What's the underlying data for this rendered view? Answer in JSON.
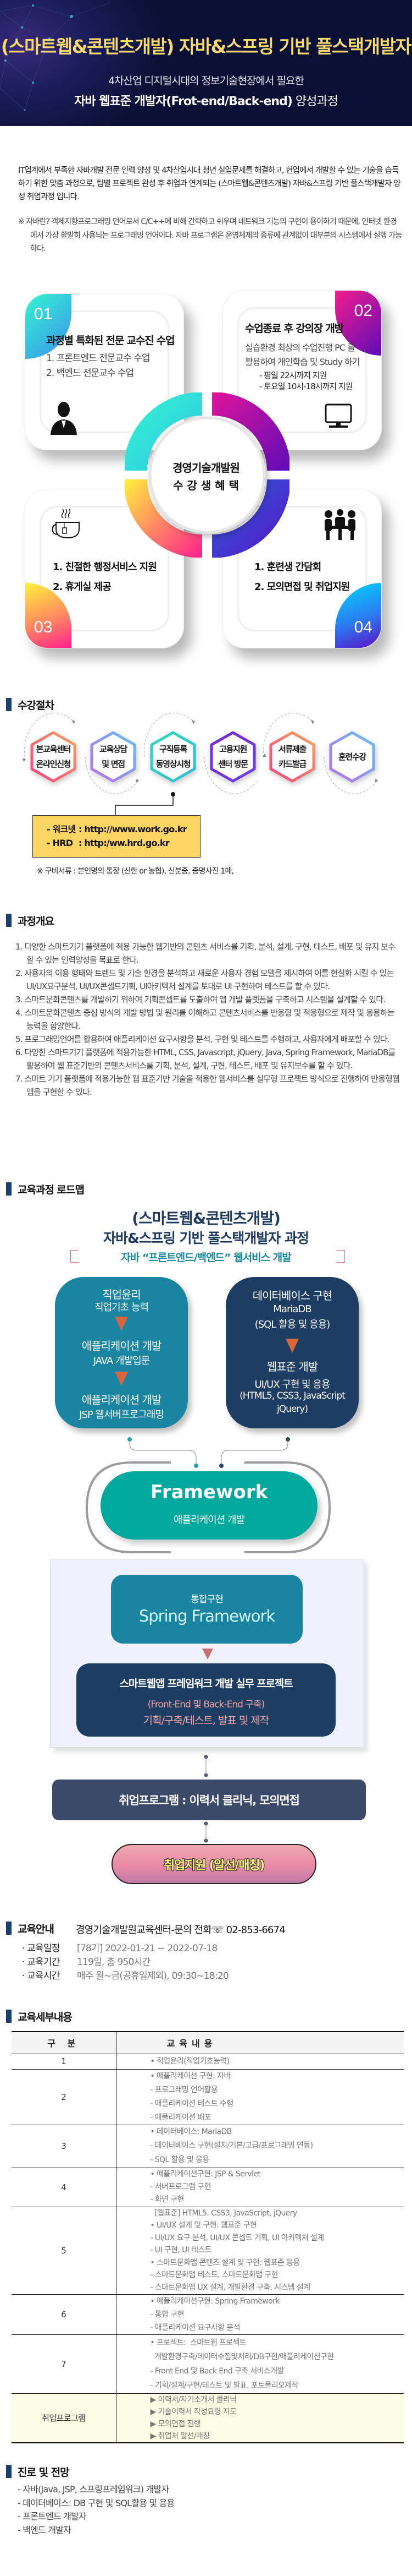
{
  "header": {
    "title": "(스마트웹&콘텐츠개발) 자바&스프링 기반 풀스택개발자",
    "subtitle_line1": "4차산업 디지털시대의 정보기술현장에서 필요한",
    "subtitle_line2_bold": "자바 웹표준 개발자(Frot-end/Back-end)",
    "subtitle_line2_rest": " 양성과정"
  },
  "intro": {
    "text": "IT업계에서 부족한 자바개발 전문 인력 양성 및 4차산업시대 청년 실업문제를 해결하고, 현업에서 개발할 수 있는 기술을 습득하기 위한 맞춤 과정으로, 팀별 프로젝트 완성 후 취업과 연계되는 (스마트웹&콘텐츠개발) 자바&스프링 기반 풀스택개발자 양성 취업과정 입니다.",
    "note": "※ 자바란? 객체지향프로그래밍 언어로서 C/C++에 비해 간략하고 쉬우며 네트워크 기능의 구현이 용이하기 때문에, 인터넷 환경에서 가장 활발히 사용되는 프로그래밍 언어이다.  자바 프로그램은 운영체제의 종류에 관계없이 대부분의 시스템에서 실행 가능하다."
  },
  "benefits": {
    "center_line1": "경영기술개발원",
    "center_line2": "수 강 생 혜 택",
    "cards": [
      {
        "num": "01",
        "title": "과정별 특화된 전문 교수진 수업",
        "items": [
          "1. 프론트엔드 전문교수 수업",
          "2. 백엔드 전문교수 수업"
        ],
        "icon": "teacher-icon"
      },
      {
        "num": "02",
        "title": "수업종료 후 강의장 개방",
        "items": [
          "실습환경 최상의 수업진행 PC 를",
          "활용하여 개인학습 및 Study 하기"
        ],
        "subitems": [
          "- 평일 22시까지 지원",
          "- 토요일 10시-18시까지 지원"
        ],
        "icon": "monitor-icon"
      },
      {
        "num": "03",
        "items": [
          "1. 친절한 행정서비스 지원",
          "2. 휴게실 제공"
        ],
        "icon": "tea-cup-icon"
      },
      {
        "num": "04",
        "items": [
          "1. 훈련생 간담회",
          "2. 모의면접 및 취업지원"
        ],
        "icon": "meeting-icon"
      }
    ],
    "colors": {
      "c1": [
        "#35f5cf",
        "#3a8ff0"
      ],
      "c2": [
        "#f21d8c",
        "#5d0cb8"
      ],
      "c3": [
        "#fff23a",
        "#ff1f8e"
      ],
      "c4": [
        "#00d8ff",
        "#5a10c8"
      ]
    }
  },
  "procedure": {
    "heading": "수강절차",
    "steps": [
      "본교육센터\n온라인신청",
      "교육상담\n및 면접",
      "구직등록\n동영상시청",
      "고용지원\n센터 방문",
      "서류제출\n카드발급",
      "훈련수강"
    ],
    "links": [
      {
        "label": "- 워크넷",
        "sep": ":",
        "url": "http://www.work.go.kr"
      },
      {
        "label": "- HRD",
        "sep": ":",
        "url": "http:/ww.hrd.go.kr"
      }
    ],
    "note": "※ 구비서류 :  본인명의 통장 (신한 or 농협), 신분증, 증명사진 1매,"
  },
  "overview": {
    "heading": "과정개요",
    "items": [
      "1. 다양한 스마트기기 플랫폼에 적용 가능한 웹기반의 콘텐츠 서비스를 기획, 분석, 설계, 구현, 테스트, 배포 및 유지 보수할 수 있는 인력양성을 목표로 한다.",
      "2. 사용자의 이용 형태와 트랜드 및 기술 환경을 분석하고 새로운 사용자 경험 모델을 제시하여 이를 현실화 시킬 수 있는 UI/UX요구분석, UI/UX콘셉트기획, UI아키텍처 설계를 토대로 UI 구현하여 테스트를 할 수 있다.",
      "3. 스마트문화콘텐츠를 개발하기 위하여 기획콘셉트를 도출하여 앱 개발 플렛폼을 구축하고 시스템을 설계할 수 있다.",
      "4. 스마트문화콘텐츠 중심 방식의 개발 방법 및 원리를 이해하고 콘텐츠서비스를 반응형 및 적응형으로 제작 및 응용하는 능력을 함양한다.",
      "5. 프로그래밍언어를 활용하여 애플리케이션 요구사항을 분석, 구현 및 테스트를 수행하고, 사용자에게 배포할 수 있다.",
      "6. 다양한 스마트기기 플랫폼에 적용가능한 HTML, CSS, Javascript, jQuery, Java, Spring Framework, MariaDB를 활용하여 웹 표준기반의 콘텐츠서비스를 기획, 분석, 설계, 구현, 테스트, 배포 및 유지보수를 할 수 있다.",
      "7. 스마트 기기 플랫폼에 적용가능한 웹 표준기반 기술을 적용한 웹서비스를 실무형 프로젝트 방식으로 진행하여 반응형웹앱을 구현할 수 있다."
    ]
  },
  "roadmap": {
    "heading": "교육과정 로드맵",
    "title1": "(스마트웹&콘텐츠개발)",
    "title2": "자바&스프링 기반 풀스택개발자 과정",
    "subtitle": "자바 “프론트엔드/백엔드” 웹서비스 개발",
    "left": [
      "직업윤리",
      "직업기초 능력",
      "애플리케이션 개발",
      "JAVA 개발입문",
      "애플리케이션 개발",
      "JSP 웹서버프로그래밍"
    ],
    "right": [
      "데이터베이스 구현",
      "MariaDB",
      "(SQL 활용 및 응용)",
      "웹표준 개발",
      "UI/UX 구현 및 응용",
      "(HTML5, CSS3, JavaScript",
      "jQuery)"
    ],
    "framework_title": "Framework",
    "framework_sub": "애플리케이션 개발",
    "spring_label": "통합구현",
    "spring_title": "Spring Framework",
    "project_title": "스마트웹앱 프레임워크 개발 실무 프로젝트",
    "project_line1": "(Front-End 및 Back-End 구축)",
    "project_line2": "기획/구축/테스트, 발표 및 제작",
    "job_program": "취업프로그램 : 이력서 클리닉, 모의면접",
    "job_support": "취업지원 (알선/매칭)"
  },
  "info": {
    "heading": "교육안내",
    "contact": "경영기술개발원교육센터-문의 전화☏ 02-853-6674",
    "rows": [
      {
        "label": "· 교육일정",
        "value": "[78기] 2022-01-21 ~ 2022-07-18"
      },
      {
        "label": "· 교육기간",
        "value": "119일,  총 950시간"
      },
      {
        "label": "· 교육시간",
        "value": "매주 월~금(공휴일제외),  09:30~18:20"
      }
    ]
  },
  "details": {
    "heading": "교육세부내용",
    "col1": "구 분",
    "col2": "교육내용",
    "rows": [
      {
        "no": "1",
        "lines": [
          "• 직업윤리(직업기초능력)"
        ]
      },
      {
        "no": "2",
        "lines": [
          "• 애플리케이션 구현: 자바",
          "- 프로그래밍 언어활용",
          "- 애플리케이션 테스트 수행",
          "- 애플리케이션 배포"
        ]
      },
      {
        "no": "3",
        "lines": [
          "• 데이터베이스: MariaDB",
          "- 데이터베이스 구현(설치/기본/고급/프로그래밍 연동)",
          "- SQL 활용 및 응용"
        ]
      },
      {
        "no": "4",
        "lines": [
          "• 애플리케이션구현: JSP & Servlet",
          "- 서버프로그램 구현",
          "- 화면 구현"
        ]
      },
      {
        "no": "5",
        "lines": [
          "  [웹표준] HTML5, CSS3, JavaScript, jQuery",
          "• UI/UX 설계 및 구현: 웹표준 구현",
          "- UI/UX 요구 분석, UI/UX 콘셉트 기획, UI 아키텍처 설계",
          "- UI 구현, UI 테스트",
          "• 스마트문화앱 콘텐츠 설계 및 구현: 웹표준 응용",
          "- 스마트문화앱 테스트, 스마트문화앱 구현",
          "- 스마트문화앱 UX 설계, 개발환경 구축, 시스템 설계"
        ]
      },
      {
        "no": "6",
        "lines": [
          "• 애플리케이션구현: Spring Framework",
          "- 통합 구현",
          "- 애플리케이션 요구사항 분석"
        ]
      },
      {
        "no": "7",
        "lines": [
          "• 프로젝트:  스마트웹 프로젝트",
          "  개발환경구축/데이터수집및처리/DB구현/애플리케이션구현",
          "- Front End 및 Back End 구축 서비스개발",
          "- 기획/설계/구현/테스트 및 발표, 포트폴리오제작"
        ]
      },
      {
        "no": "취업프로그램",
        "lines": [
          "▶ 이력서/자기소개서 클리닉",
          "▶ 기술이력서 작성요령 지도",
          "▶ 모의면접 진행",
          "▶ 취업처 알선/매칭"
        ]
      }
    ]
  },
  "career": {
    "heading": "진로 및 전망",
    "items": [
      "- 자바(Java, JSP, 스프링프레임워크) 개발자",
      "- 데이터베이스: DB 구현 및 SQL활용 및 응용",
      "- 프론트엔드 개발자",
      "- 백엔드 개발자"
    ]
  }
}
